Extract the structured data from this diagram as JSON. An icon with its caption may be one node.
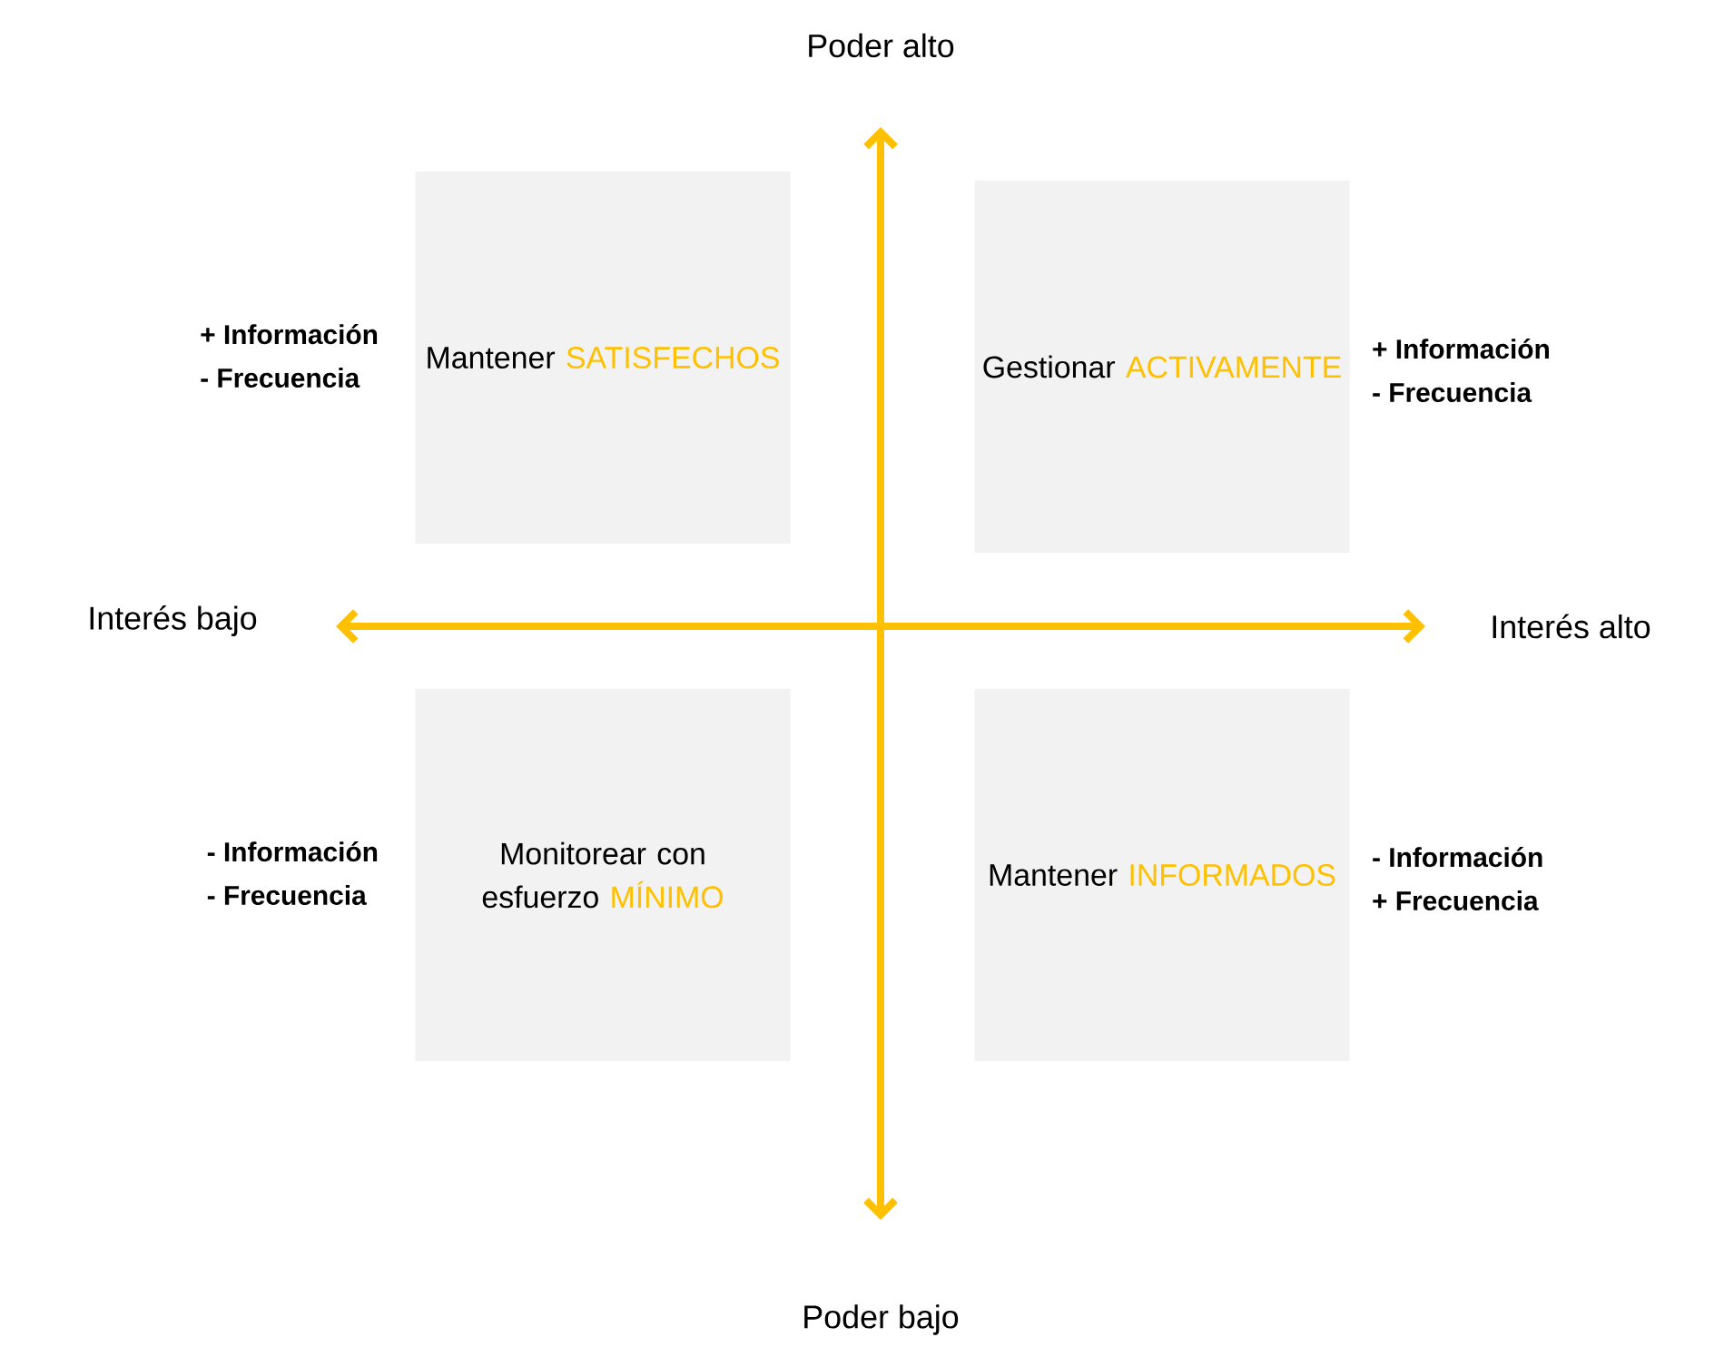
{
  "diagram": {
    "nodes": [
      {
        "text": [
          "Mantener",
          "SATISFECHOS"
        ],
        "beside": [
          "+ Información",
          "- Frecuencia"
        ]
      },
      {
        "text": [
          "Gestionar",
          "ACTIVAMENTE"
        ],
        "beside": [
          "+ Información",
          "- Frecuencia"
        ]
      },
      {
        "text": [
          "Monitorear con esfuerzo",
          "MÍNIMO"
        ],
        "beside": [
          "- Información",
          "- Frecuencia"
        ]
      },
      {
        "text": [
          "Mantener",
          "INFORMADOS"
        ],
        "beside": [
          "- Información",
          "+ Frecuencia"
        ]
      }
    ],
    "labels": [
      "Poder alto",
      "Interés bajo",
      "Interés alto",
      "Poder bajo"
    ]
  }
}
